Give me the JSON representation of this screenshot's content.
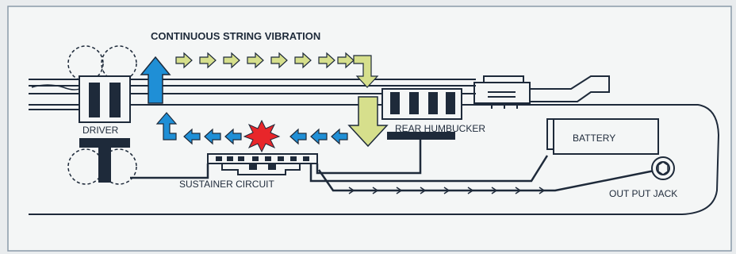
{
  "labels": {
    "title": "CONTINUOUS STRING VIBRATION",
    "driver": "DRIVER",
    "rear_humbucker": "REAR HUMBUCKER",
    "battery": "BATTERY",
    "sustainer_circuit": "SUSTAINER CIRCUIT",
    "output_jack": "OUT PUT JACK"
  },
  "colors": {
    "background": "#e9ecee",
    "panel": "#f4f6f6",
    "outline": "#1e2a3a",
    "blue_arrow": "#1f8fd6",
    "yellow_arrow": "#d6df8c",
    "burst": "#e8262a"
  },
  "icons": {
    "driver": "driver-coil-icon",
    "pickup": "humbucker-pickup-icon",
    "burst": "feedback-burst-icon",
    "jack": "output-jack-icon"
  }
}
